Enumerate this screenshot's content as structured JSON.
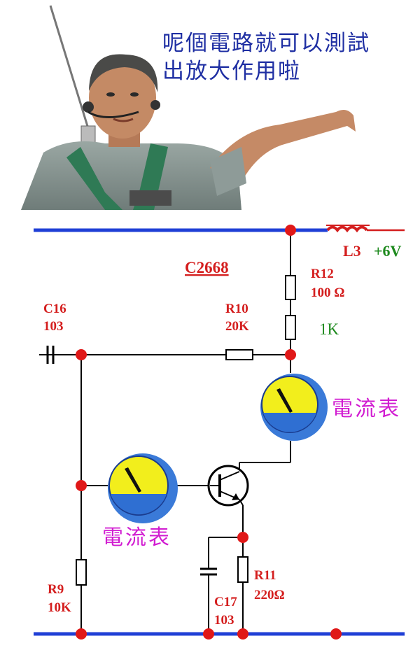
{
  "caption": {
    "line1": "呢個電路就可以測試",
    "line2": "出放大作用啦"
  },
  "transistor": {
    "model": "C2668"
  },
  "supply": {
    "inductor": "L3",
    "voltage": "+6V"
  },
  "components": {
    "r12": {
      "name": "R12",
      "value": "100 Ω"
    },
    "r10": {
      "name": "R10",
      "value": "20K"
    },
    "c16": {
      "name": "C16",
      "value": "103"
    },
    "extra_1k": "1K",
    "r9": {
      "name": "R9",
      "value": "10K"
    },
    "r11": {
      "name": "R11",
      "value": "220Ω"
    },
    "c17": {
      "name": "C17",
      "value": "103"
    }
  },
  "meters": {
    "collector": "電流表",
    "base": "電流表"
  },
  "colors": {
    "caption": "#1f2fa3",
    "rail": "#1f3fd6",
    "node": "#e01818",
    "label_red": "#d41e1e",
    "label_green": "#1e8a1e",
    "meter_label": "#d11cd1",
    "meter_face": "#f2ee1c",
    "meter_rim": "#3a7ad8"
  }
}
